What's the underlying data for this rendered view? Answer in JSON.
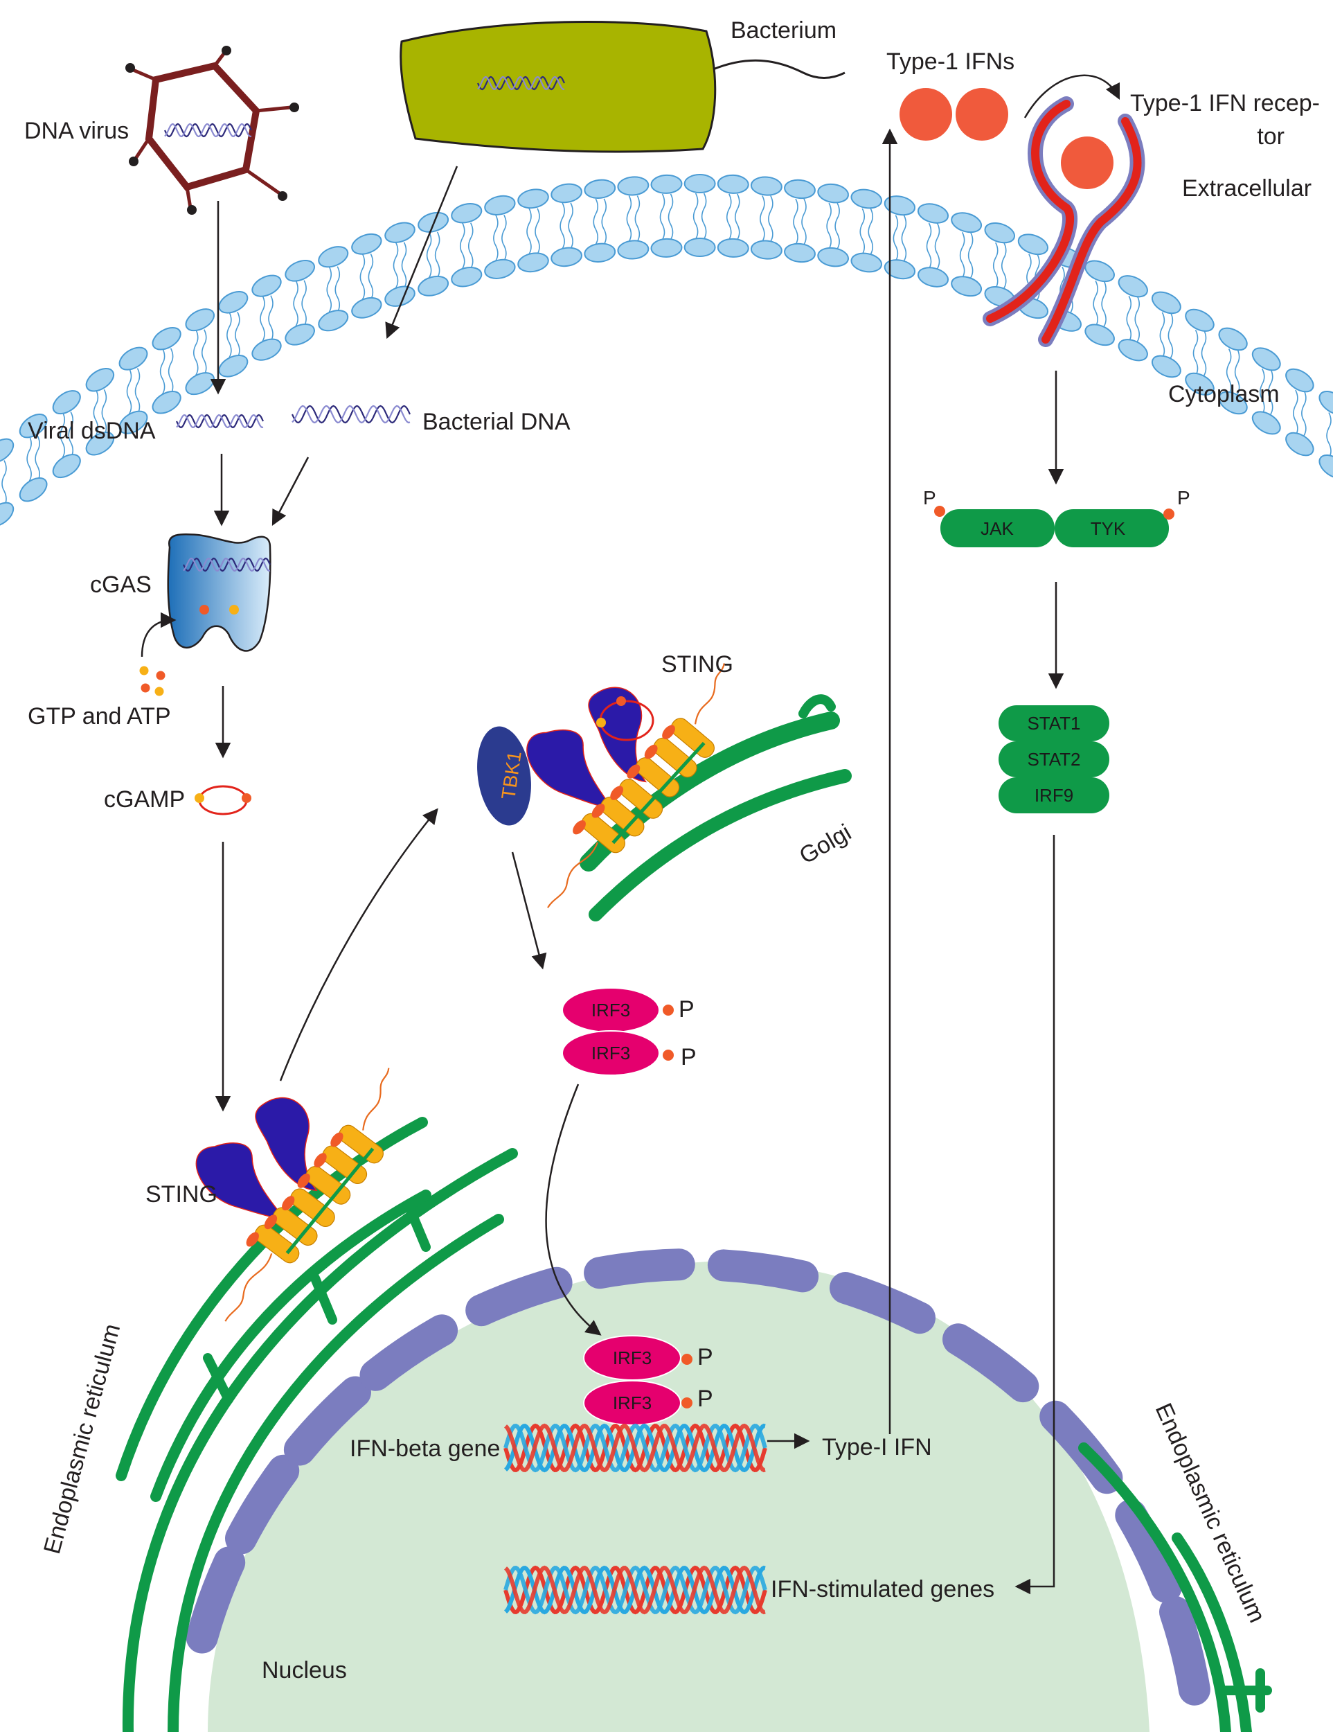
{
  "labels": {
    "dna_virus": "DNA virus",
    "bacterium": "Bacterium",
    "type1_ifns": "Type-1 IFNs",
    "ifn_receptor_line1": "Type-1 IFN recep-",
    "ifn_receptor_line2": "tor",
    "extracellular": "Extracellular",
    "cytoplasm": "Cytoplasm",
    "viral_dsdna": "Viral dsDNA",
    "bacterial_dna": "Bacterial DNA",
    "cgas": "cGAS",
    "gtp_atp": "GTP and ATP",
    "cgamp": "cGAMP",
    "sting_golgi": "STING",
    "tbk1": "TBK1",
    "golgi": "Golgi",
    "sting_er": "STING",
    "er_left": "Endoplasmic reticulum",
    "er_right": "Endoplasmic reticulum",
    "nucleus": "Nucleus",
    "ifn_beta_gene": "IFN-beta gene",
    "type_i_ifn": "Type-I IFN",
    "ifn_stimulated_genes": "IFN-stimulated genes"
  },
  "jak_tyk": {
    "jak": "JAK",
    "tyk": "TYK",
    "p_left": "P",
    "p_right": "P"
  },
  "stat_complex": {
    "stat1": "STAT1",
    "stat2": "STAT2",
    "irf9": "IRF9"
  },
  "irf3_cyto": {
    "top": "IRF3",
    "bottom": "IRF3",
    "p_top": "P",
    "p_bottom": "P"
  },
  "irf3_nuc": {
    "top": "IRF3",
    "bottom": "IRF3",
    "p_top": "P",
    "p_bottom": "P"
  },
  "colors": {
    "membrane_head": "#a8d4f0",
    "membrane_edge": "#4a9bd4",
    "green": "#0f9a48",
    "nuclear_pore": "#7b7dbf",
    "nucleus_fill": "#d3e8d4",
    "irf3": "#e5006e",
    "sting_head": "#2b1aa8",
    "sting_helix": "#f7b016",
    "phosphate": "#f05a28",
    "receptor": "#e2231a",
    "ifn_ball": "#f05a3c",
    "virus": "#7a1f1f",
    "bacterium": "#a8b400",
    "dna_red": "#e63b2e",
    "dna_blue": "#29a8e0"
  }
}
